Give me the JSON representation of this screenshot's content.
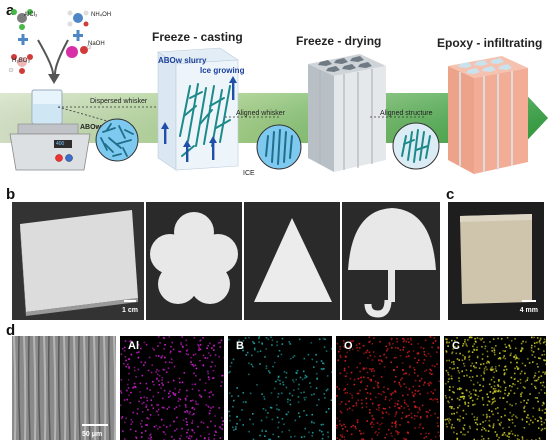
{
  "panel_a": {
    "letter": "a",
    "reagents": {
      "alcl3": "AlCl₃",
      "h3bo3": "H₃BO₃",
      "nh4oh": "NH₄OH",
      "naoh": "NaOH"
    },
    "stages": [
      {
        "title": "Freeze - casting"
      },
      {
        "title": "Freeze - drying"
      },
      {
        "title": "Epoxy - infiltrating"
      }
    ],
    "labels": {
      "dispersed_whisker": "Dispersed whisker",
      "abow": "ABOw",
      "abow_slurry": "ABOw slurry",
      "ice_growing": "Ice growing",
      "aligned_whisker": "Aligned whisker",
      "ice": "ICE",
      "aligned_structure": "Aligned structure",
      "hotplate_display": "400"
    },
    "colors": {
      "arrow_green": "#3cb043",
      "honeycomb_white": "#d9dde0",
      "honeycomb_pink": "#f2a58e"
    }
  },
  "panel_b": {
    "letter": "b",
    "scale_bar": "1 cm",
    "shapes": [
      "square",
      "flower",
      "triangle",
      "umbrella"
    ]
  },
  "panel_c": {
    "letter": "c",
    "scale_bar": "4 mm"
  },
  "panel_d": {
    "letter": "d",
    "scale_bar": "50 μm",
    "maps": [
      {
        "element": "Al",
        "color": "#d21ed2"
      },
      {
        "element": "B",
        "color": "#1ea0a0"
      },
      {
        "element": "O",
        "color": "#d21e1e"
      },
      {
        "element": "C",
        "color": "#c8c828"
      }
    ]
  }
}
